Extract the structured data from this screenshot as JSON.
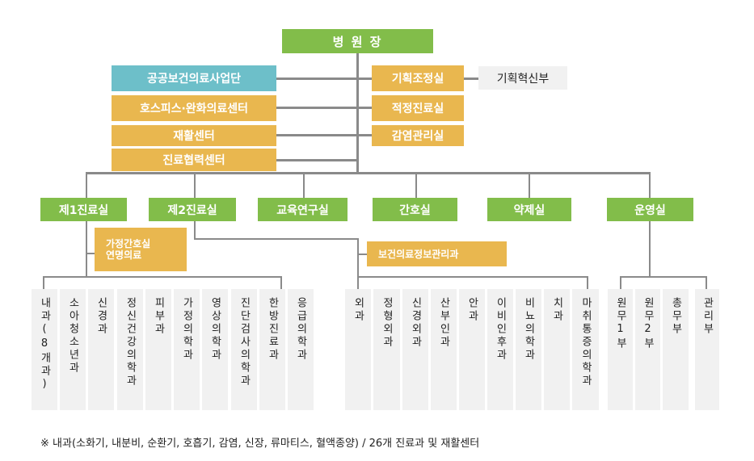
{
  "top": {
    "director": "병 원 장"
  },
  "left_units": [
    {
      "label": "공공보건의료사업단",
      "color": "teal"
    },
    {
      "label": "호스피스·완화의료센터",
      "color": "orange"
    },
    {
      "label": "재활센터",
      "color": "orange"
    },
    {
      "label": "진료협력센터",
      "color": "orange"
    }
  ],
  "right_units": [
    {
      "label": "기획조정실"
    },
    {
      "label": "적정진료실"
    },
    {
      "label": "감염관리실"
    }
  ],
  "sub_unit": {
    "label": "기획혁신부"
  },
  "divisions": [
    {
      "label": "제1진료실"
    },
    {
      "label": "제2진료실"
    },
    {
      "label": "교육연구실"
    },
    {
      "label": "간호실"
    },
    {
      "label": "약제실"
    },
    {
      "label": "운영실"
    }
  ],
  "div1_sub": {
    "line1": "가정간호실",
    "line2": "연명의료"
  },
  "div2_sub": {
    "label": "보건의료정보관리과"
  },
  "dept_group1": [
    "내과(8개과)",
    "소아청소년과",
    "신경과",
    "정신건강의학과",
    "피부과",
    "가정의학과",
    "영상의학과",
    "진단검사의학과",
    "한방진료과",
    "응급의학과"
  ],
  "dept_group2": [
    "외과",
    "정형외과",
    "신경외과",
    "산부인과",
    "안과",
    "이비인후과",
    "비뇨의학과",
    "치과",
    "마취통증의학과"
  ],
  "dept_group3": [
    "원무1부",
    "원무2부",
    "총무부",
    "관리부"
  ],
  "footnote": "※ 내과(소화기, 내분비, 순환기, 호흡기, 감염, 신장, 류마티스, 혈액종양) / 26개 진료과 및 재활센터",
  "colors": {
    "green": "#82bd4a",
    "orange": "#e9b74f",
    "teal": "#6dbfc9",
    "gray": "#f1f1f1",
    "line": "#8a8a8a"
  }
}
